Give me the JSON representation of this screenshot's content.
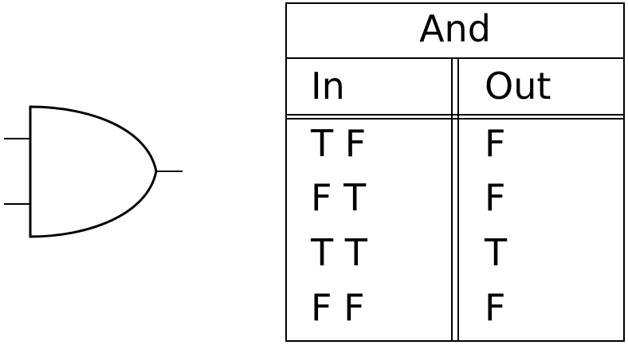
{
  "gate": {
    "icon": "and-gate-icon"
  },
  "table": {
    "title": "And",
    "headers": {
      "in": "In",
      "out": "Out"
    },
    "rows": [
      {
        "in": "T F",
        "out": "F"
      },
      {
        "in": "F T",
        "out": "F"
      },
      {
        "in": "T T",
        "out": "T"
      },
      {
        "in": "F F",
        "out": "F"
      }
    ]
  }
}
